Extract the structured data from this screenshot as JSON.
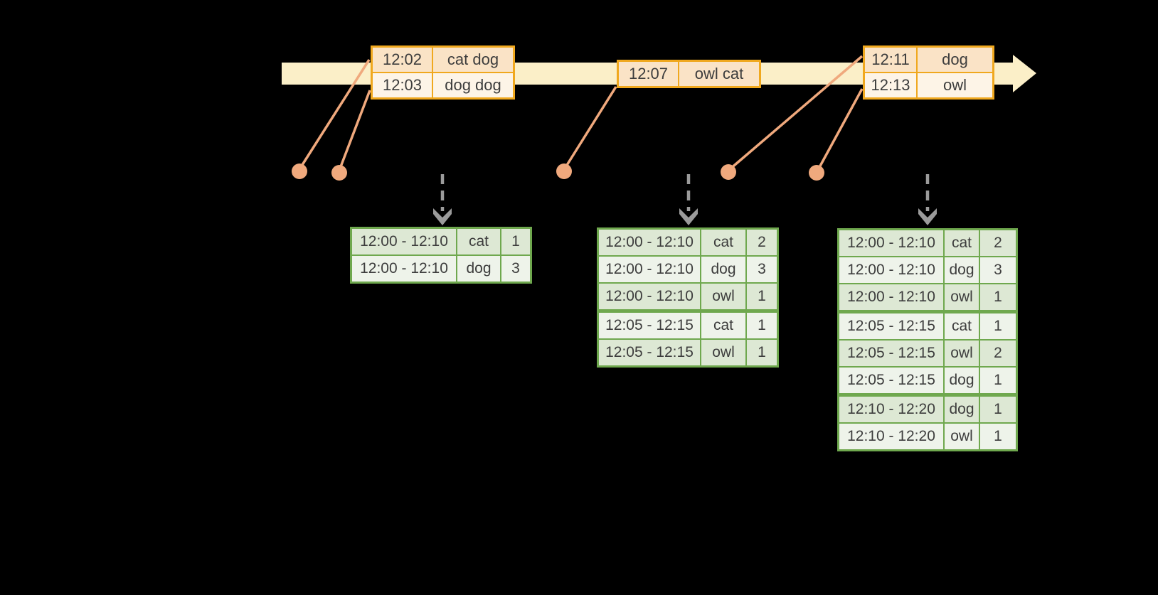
{
  "diagram": {
    "kind": "event-time windowed aggregation diagram",
    "background": "#000000"
  },
  "colors": {
    "timeline_fill": "#FBEFC8",
    "event_table_border": "#F0A81E",
    "event_row_dark": "#FAE3C6",
    "event_row_light": "#FDF4E7",
    "dot_and_line": "#F0A97D",
    "trigger_arrow_gray": "#9B9B9B",
    "result_table_border": "#6FA84E",
    "result_row_dark": "#DDE8D4",
    "result_row_light": "#EEF3EA",
    "text": "#3D3D3D"
  },
  "event_tables": [
    {
      "rows": [
        {
          "time": "12:02",
          "words": "cat dog"
        },
        {
          "time": "12:03",
          "words": "dog dog"
        }
      ]
    },
    {
      "rows": [
        {
          "time": "12:07",
          "words": "owl cat"
        }
      ]
    },
    {
      "rows": [
        {
          "time": "12:11",
          "words": "dog"
        },
        {
          "time": "12:13",
          "words": "owl"
        }
      ]
    }
  ],
  "result_tables": [
    {
      "rows": [
        {
          "window": "12:00 - 12:10",
          "word": "cat",
          "count": "1"
        },
        {
          "window": "12:00 - 12:10",
          "word": "dog",
          "count": "3"
        }
      ]
    },
    {
      "rows": [
        {
          "window": "12:00 - 12:10",
          "word": "cat",
          "count": "2"
        },
        {
          "window": "12:00 - 12:10",
          "word": "dog",
          "count": "3"
        },
        {
          "window": "12:00 - 12:10",
          "word": "owl",
          "count": "1"
        },
        {
          "window": "12:05 - 12:15",
          "word": "cat",
          "count": "1"
        },
        {
          "window": "12:05 - 12:15",
          "word": "owl",
          "count": "1"
        }
      ]
    },
    {
      "rows": [
        {
          "window": "12:00 - 12:10",
          "word": "cat",
          "count": "2"
        },
        {
          "window": "12:00 - 12:10",
          "word": "dog",
          "count": "3"
        },
        {
          "window": "12:00 - 12:10",
          "word": "owl",
          "count": "1"
        },
        {
          "window": "12:05 - 12:15",
          "word": "cat",
          "count": "1"
        },
        {
          "window": "12:05 - 12:15",
          "word": "owl",
          "count": "2"
        },
        {
          "window": "12:05 - 12:15",
          "word": "dog",
          "count": "1"
        },
        {
          "window": "12:10 - 12:20",
          "word": "dog",
          "count": "1"
        },
        {
          "window": "12:10 - 12:20",
          "word": "owl",
          "count": "1"
        }
      ]
    }
  ]
}
